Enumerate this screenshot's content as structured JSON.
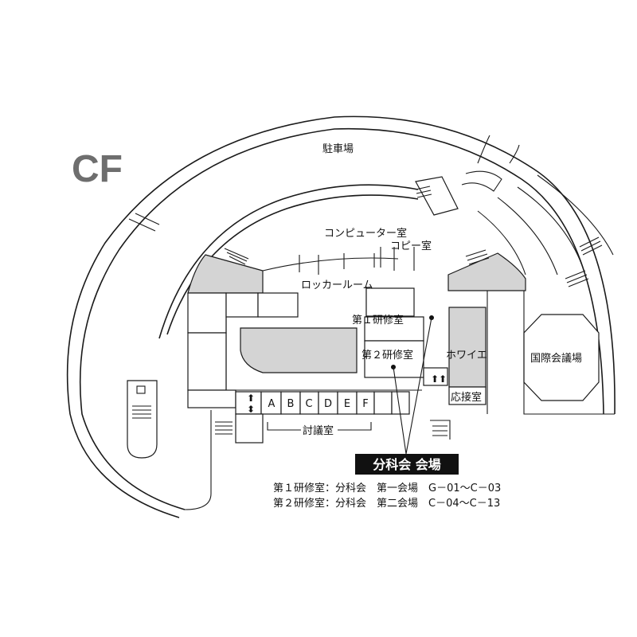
{
  "floor_label": "CF",
  "labels": {
    "parking": "駐車場",
    "computer_room": "コンピューター室",
    "copy_room": "コピー室",
    "locker_room": "ロッカールーム",
    "seminar_room_1": "第１研修室",
    "seminar_room_2": "第２研修室",
    "foyer": "ホワイエ",
    "international_hall": "国際会議場",
    "reception_room": "応接室",
    "discussion_room": "討議室"
  },
  "discussion_rooms": [
    "A",
    "B",
    "C",
    "D",
    "E",
    "F"
  ],
  "session_badge": "分科会 会場",
  "notes": [
    "第１研修室：分科会　第一会場　G－01～C－03",
    "第２研修室：分科会　第二会場　C－04～C－13"
  ]
}
